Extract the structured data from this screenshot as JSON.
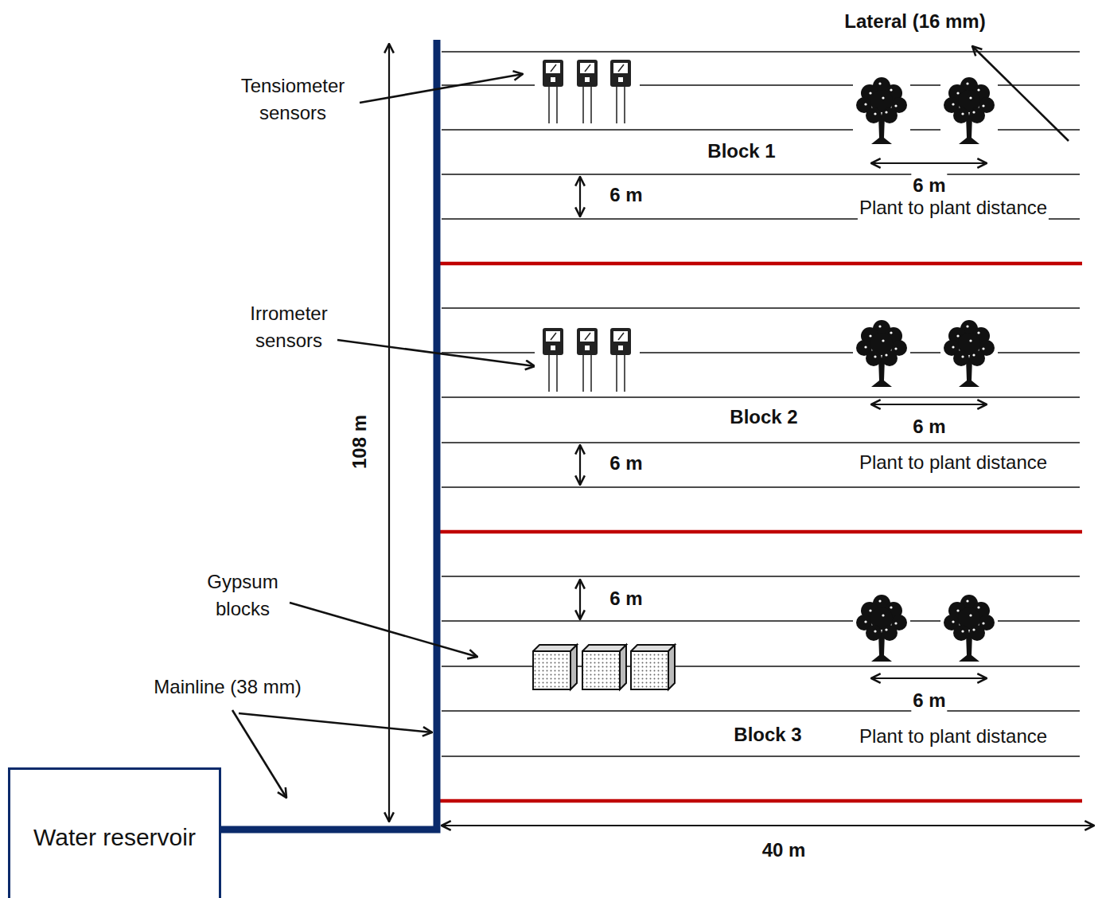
{
  "diagram": {
    "nodes": [
      {
        "text": [
          "Water reservoir"
        ]
      }
    ],
    "labels": [
      "Lateral (16 mm)",
      "Tensiometer sensors",
      "Block 1",
      "6 m",
      "6 m",
      "Plant to plant distance",
      "Irrometer sensors",
      "108 m",
      "Block 2",
      "6 m",
      "6 m",
      "Plant to plant distance",
      "Gypsum blocks",
      "6 m",
      "Mainline (38 mm)",
      "6 m",
      "Block 3",
      "Plant to plant distance",
      "40 m"
    ]
  }
}
